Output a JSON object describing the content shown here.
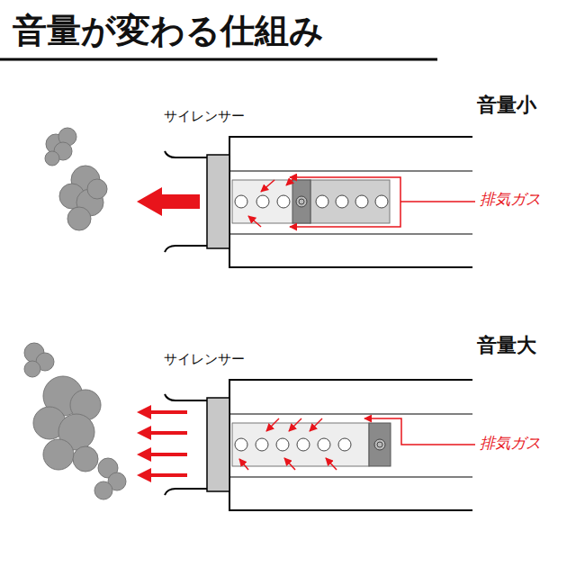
{
  "diagram": {
    "title": "音量が変わる仕組み",
    "labels": [
      "サイレンサー",
      "音量小",
      "排気ガス",
      "サイレンサー",
      "音量大",
      "排気ガス"
    ]
  }
}
